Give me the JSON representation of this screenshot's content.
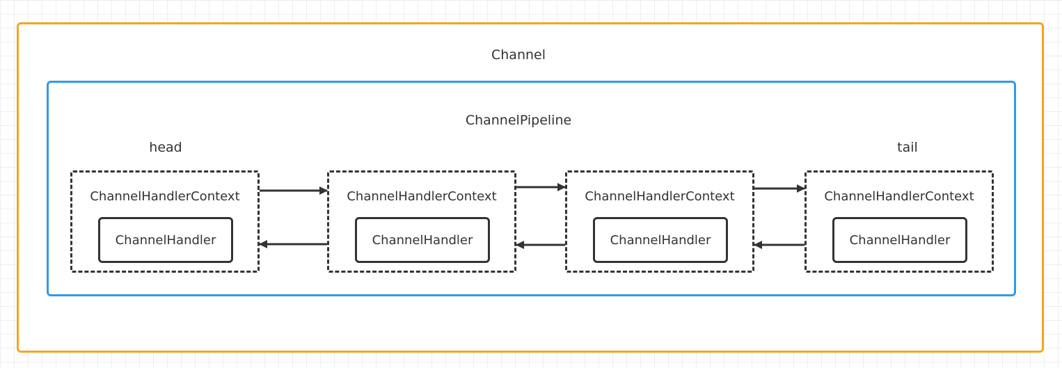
{
  "diagram": {
    "channel_label": "Channel",
    "pipeline_label": "ChannelPipeline",
    "head_label": "head",
    "tail_label": "tail",
    "contexts": [
      {
        "context_label": "ChannelHandlerContext",
        "handler_label": "ChannelHandler"
      },
      {
        "context_label": "ChannelHandlerContext",
        "handler_label": "ChannelHandler"
      },
      {
        "context_label": "ChannelHandlerContext",
        "handler_label": "ChannelHandler"
      },
      {
        "context_label": "ChannelHandlerContext",
        "handler_label": "ChannelHandler"
      }
    ],
    "colors": {
      "channel_border": "#f5a623",
      "pipeline_border": "#3399e6",
      "line": "#333333"
    }
  }
}
